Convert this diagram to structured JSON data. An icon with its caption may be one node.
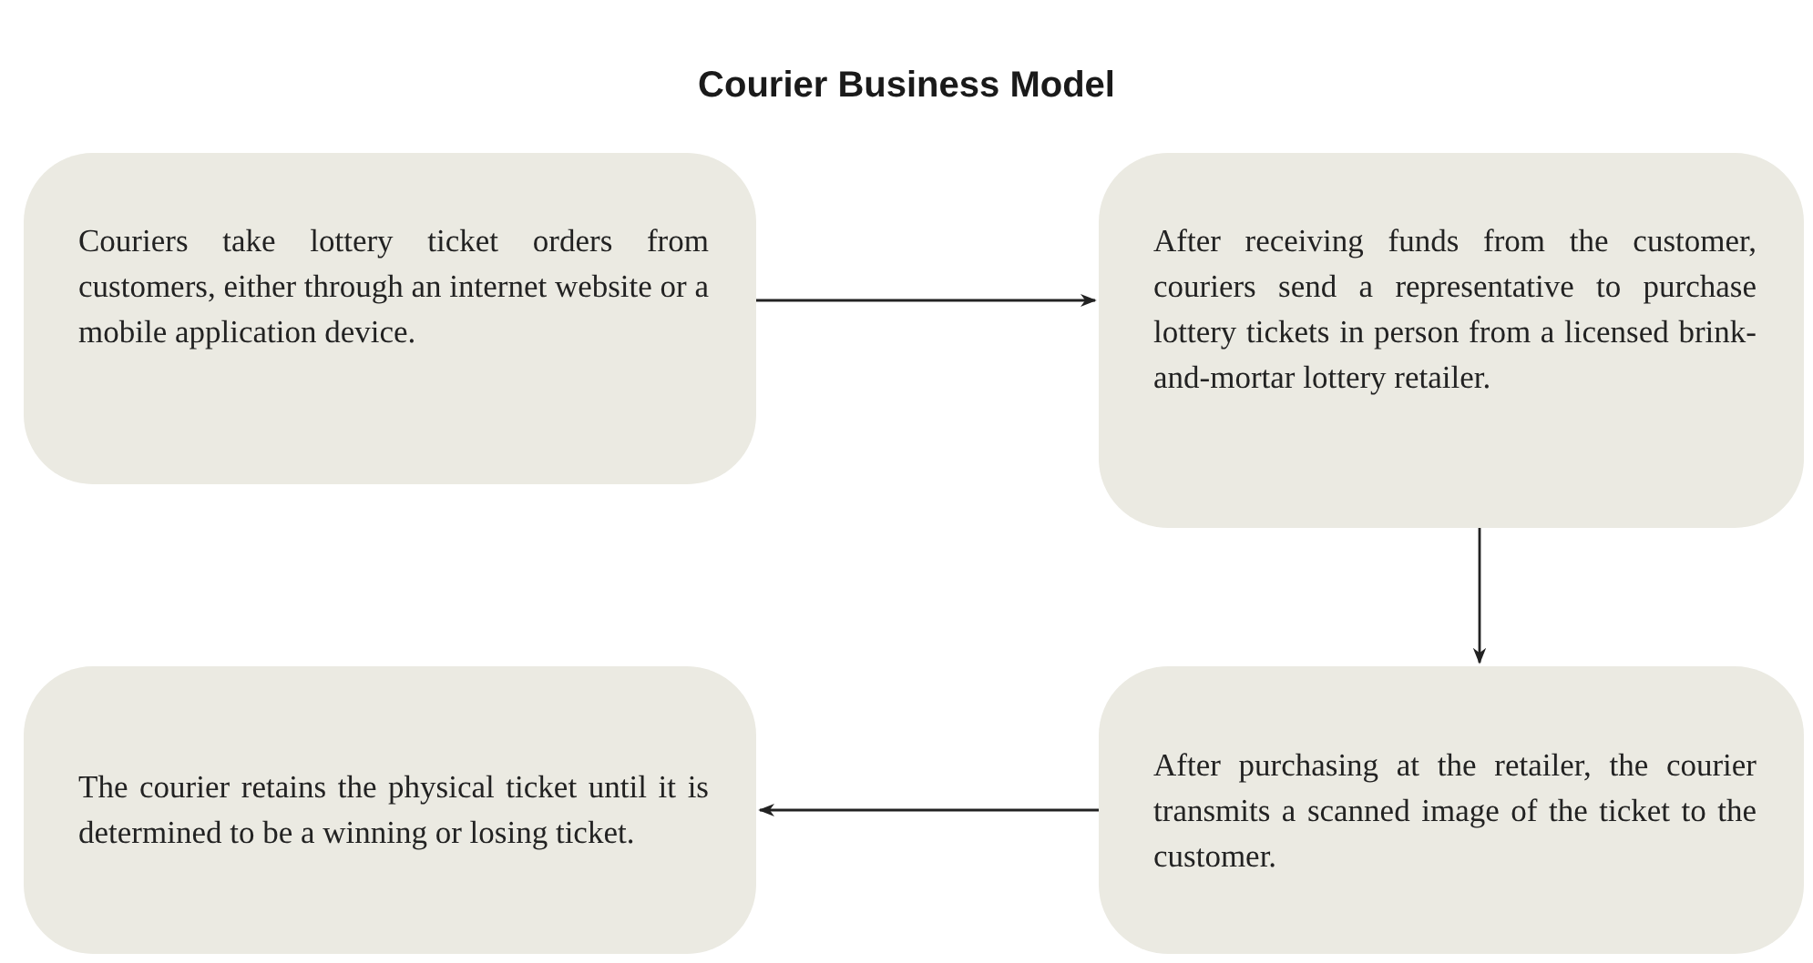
{
  "diagram": {
    "title": "Courier Business Model",
    "nodes": [
      {
        "text": [
          "Couriers take lottery ticket orders from customers, either through an internet website or a mobile application device."
        ]
      },
      {
        "text": [
          "After receiving funds from the customer, couriers send a representative to purchase lottery tickets in person from a licensed brink-and-mortar lottery retailer."
        ]
      },
      {
        "text": [
          "The courier retains the physical ticket until it is determined to be a winning or losing ticket."
        ]
      },
      {
        "text": [
          "After purchasing at the retailer, the courier transmits a scanned image of the ticket to the customer."
        ]
      }
    ],
    "edges": [
      {
        "from": 0,
        "to": 1,
        "arrow": "to"
      },
      {
        "from": 1,
        "to": 3,
        "arrow": "to"
      },
      {
        "from": 3,
        "to": 2,
        "arrow": "to"
      }
    ]
  }
}
